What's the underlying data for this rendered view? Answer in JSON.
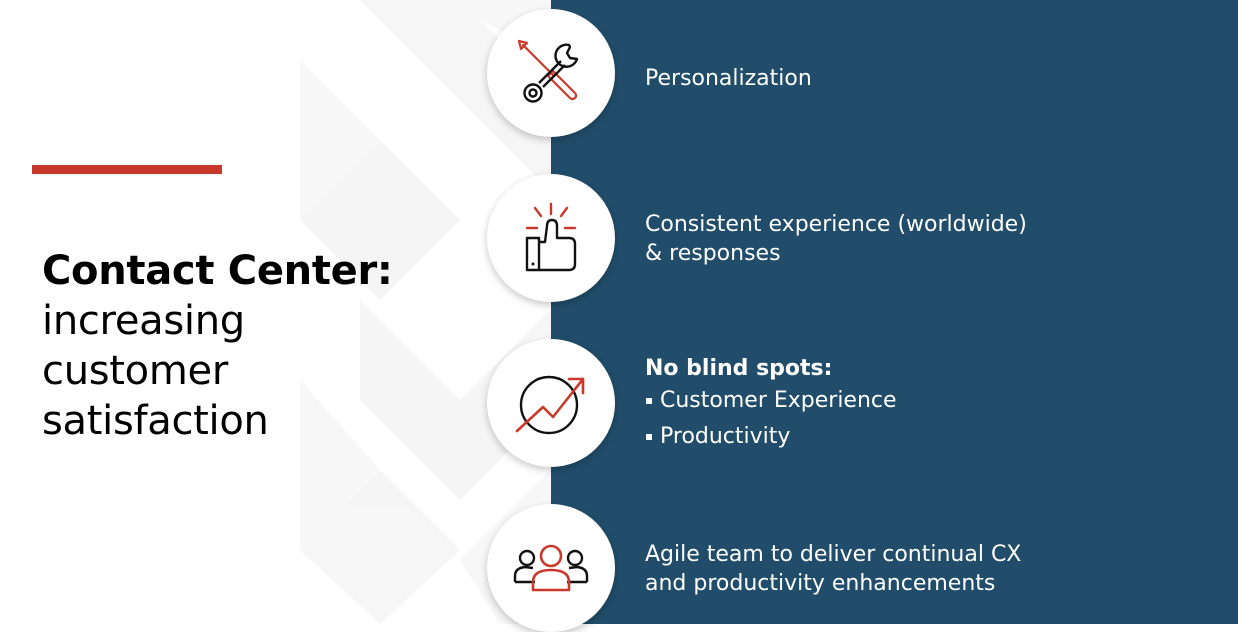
{
  "slide": {
    "title_bold": "Contact Center:",
    "title_lines": [
      "increasing",
      "customer",
      "satisfaction"
    ]
  },
  "colors": {
    "accent": "#c9392b",
    "panel": "#214d6a",
    "text_dark": "#000000",
    "text_light": "#ffffff"
  },
  "items": [
    {
      "icon": "wrench-screwdriver-icon",
      "lines": [
        "Personalization"
      ]
    },
    {
      "icon": "thumbs-up-icon",
      "lines": [
        "Consistent experience (worldwide)",
        "& responses"
      ]
    },
    {
      "icon": "trend-arrow-icon",
      "heading": "No blind spots:",
      "bullets": [
        "Customer Experience",
        "Productivity"
      ]
    },
    {
      "icon": "team-icon",
      "lines": [
        "Agile team to deliver continual CX",
        "and productivity enhancements"
      ]
    }
  ]
}
